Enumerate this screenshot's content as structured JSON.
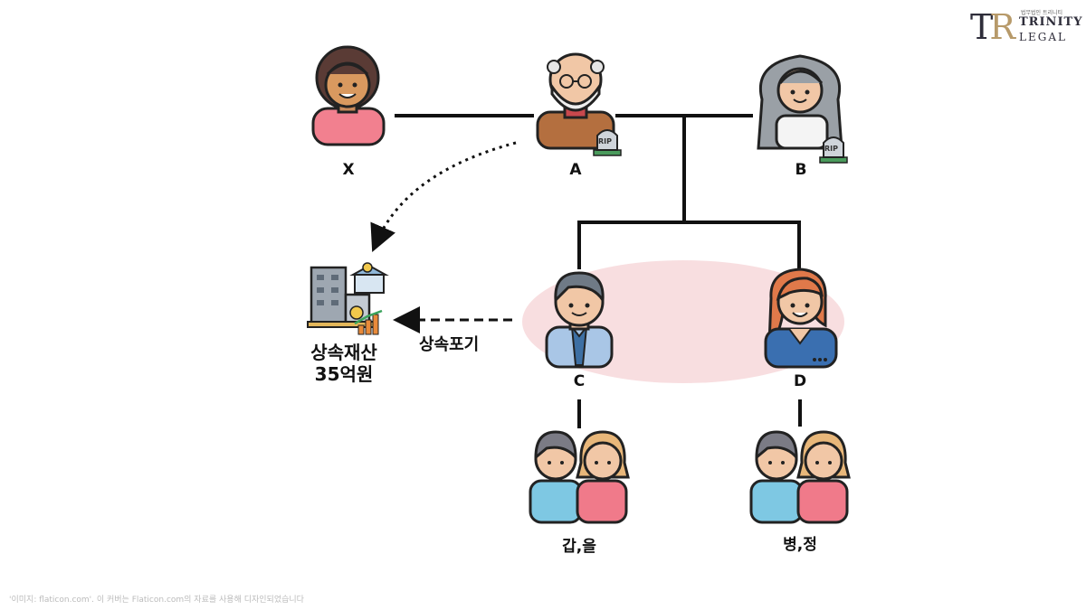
{
  "logo": {
    "mark": "TR",
    "small_text": "법무법인 트리니티",
    "name_line1": "TRINITY",
    "name_line2": "LEGAL"
  },
  "nodes": {
    "X": {
      "label": "X"
    },
    "A": {
      "label": "A",
      "badge": "RIP"
    },
    "B": {
      "label": "B",
      "badge": "RIP"
    },
    "C": {
      "label": "C"
    },
    "D": {
      "label": "D"
    },
    "children_c": {
      "label": "갑,을"
    },
    "children_d": {
      "label": "병,정"
    }
  },
  "estate": {
    "line1": "상속재산",
    "line2": "35억원"
  },
  "renounce_label": "상속포기",
  "footer": "'이미지: flaticon.com'. 이 커버는 Flaticon.com의 자료를 사용해 디자인되었습니다",
  "colors": {
    "line": "#111111",
    "highlight": "#f6d6d8",
    "blue_shirt": "#7ec8e3",
    "pink_shirt": "#f07a8a"
  }
}
